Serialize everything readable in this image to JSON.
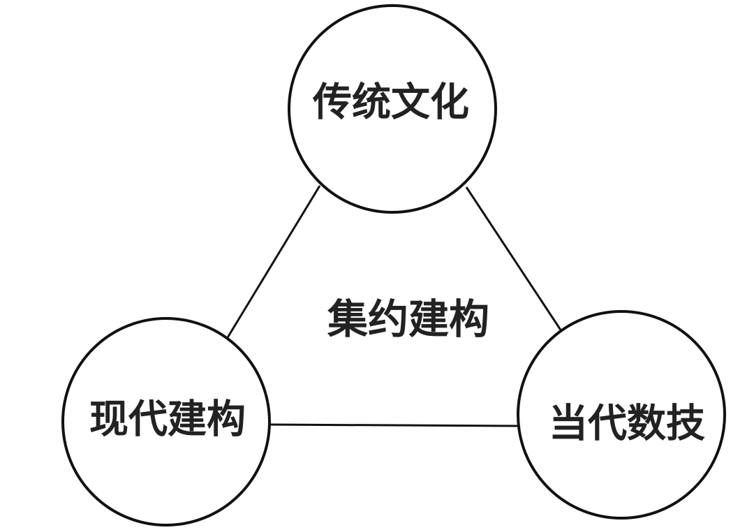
{
  "diagram": {
    "center_label": "集约建构",
    "nodes": {
      "top": "传统文化",
      "left": "现代建构",
      "right": "当代数技"
    }
  }
}
